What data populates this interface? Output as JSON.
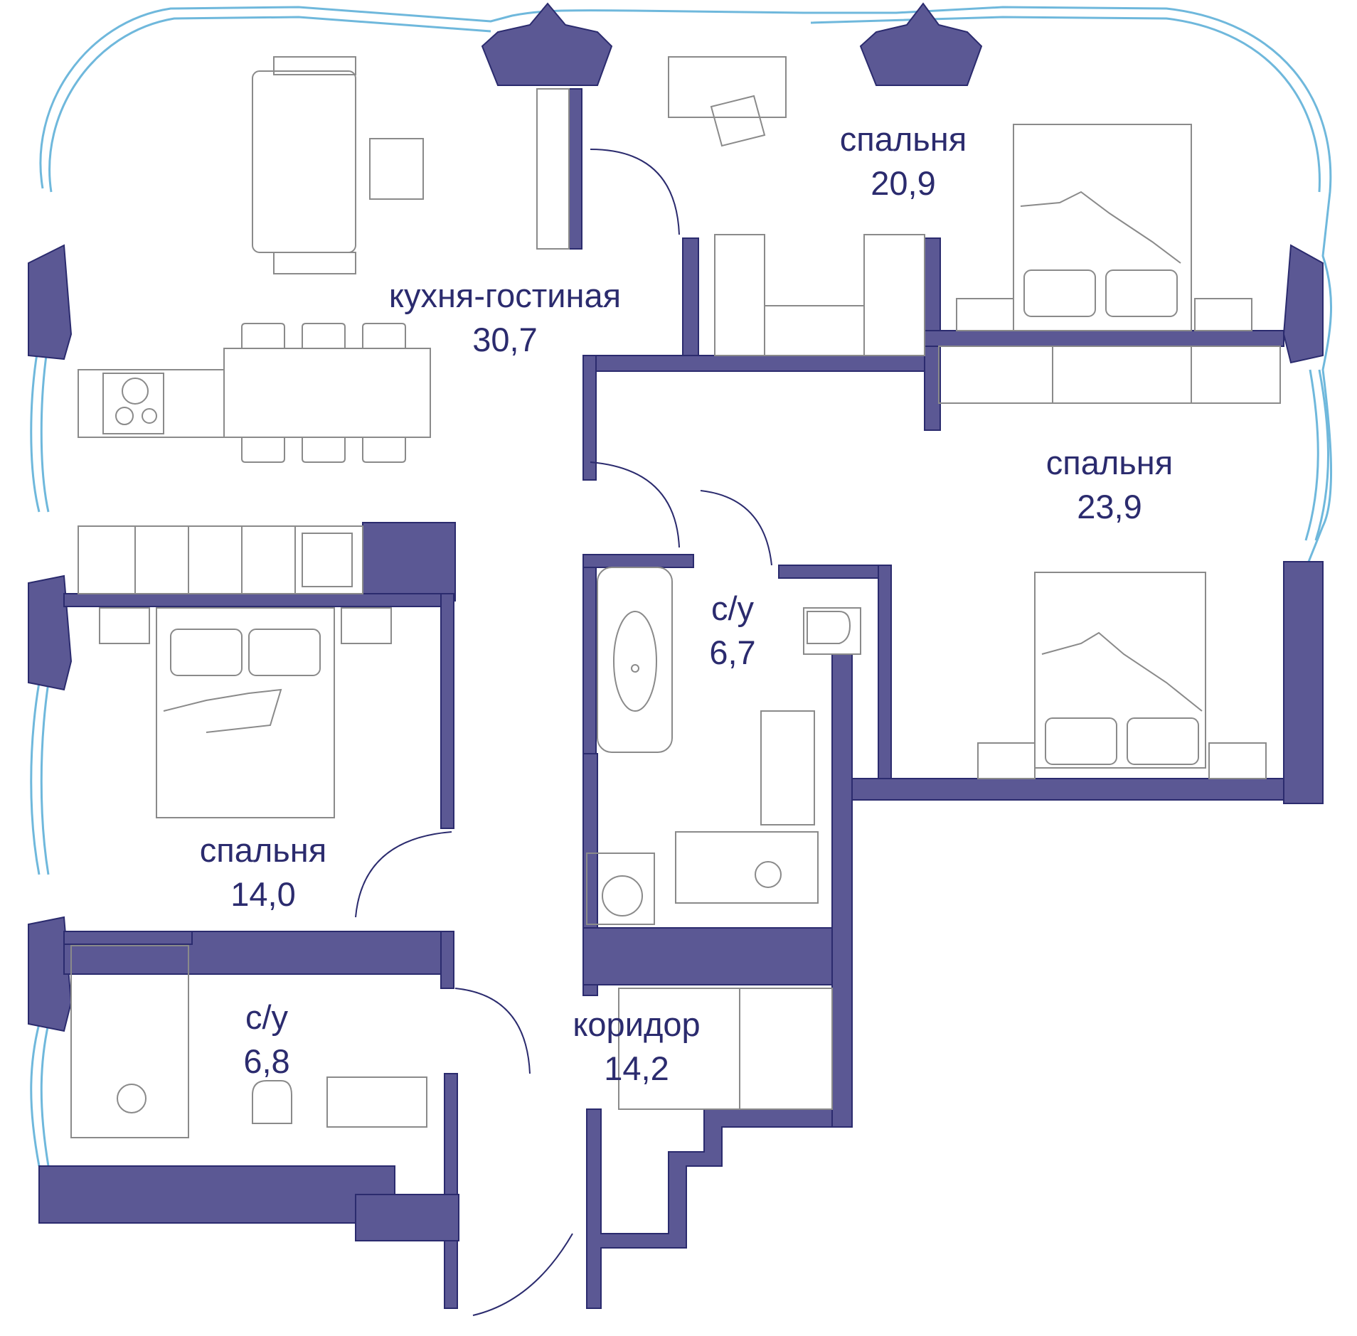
{
  "colors": {
    "wall": "#5b5894",
    "wall_outline": "#2b2b6e",
    "furniture": "#8a8a8a",
    "window": "#6fb8dc",
    "text": "#2b2b6e"
  },
  "rooms": {
    "kitchen_living": {
      "name": "кухня-гостиная",
      "area": "30,7"
    },
    "bedroom_top": {
      "name": "спальня",
      "area": "20,9"
    },
    "bedroom_right": {
      "name": "спальня",
      "area": "23,9"
    },
    "bathroom_center": {
      "name": "с/у",
      "area": "6,7"
    },
    "bedroom_left": {
      "name": "спальня",
      "area": "14,0"
    },
    "bathroom_left": {
      "name": "с/у",
      "area": "6,8"
    },
    "corridor": {
      "name": "коридор",
      "area": "14,2"
    }
  }
}
